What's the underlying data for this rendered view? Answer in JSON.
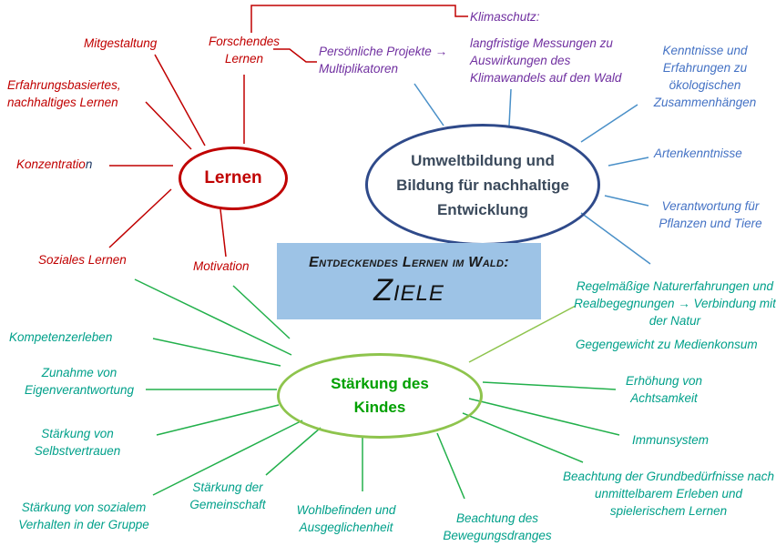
{
  "title": {
    "line1": "Entdeckendes Lernen im Wald:",
    "line2": "Ziele"
  },
  "hubs": {
    "lernen": "Lernen",
    "umwelt": "Umweltbildung und Bildung für nachhaltige Entwicklung",
    "kind": "Stärkung des Kindes"
  },
  "lernen_items": {
    "mitgestaltung": "Mitgestaltung",
    "forschendes": "Forschendes Lernen",
    "erfahrung": "Erfahrungsbasiertes, nachhaltiges Lernen",
    "konzentration_main": "Konzentratio",
    "konzentration_end": "n",
    "sozial": "Soziales Lernen",
    "motivation": "Motivation",
    "projekte": "Persönliche Projekte → Multiplikatoren"
  },
  "umwelt_items": {
    "klima": "Klimaschutz:",
    "messungen": "langfristige Messungen zu Auswirkungen des Klimawandels auf den Wald",
    "kenntnisse": "Kenntnisse und Erfahrungen zu ökologischen Zusammenhängen",
    "arten": "Artenkenntnisse",
    "verantwortung": "Verantwortung für Pflanzen und Tiere"
  },
  "kind_items": {
    "regel": "Regelmäßige Naturerfahrungen und Realbegegnungen → Verbindung mit der Natur",
    "gegengewicht": "Gegengewicht zu Medienkonsum",
    "achtsamkeit": "Erhöhung von Achtsamkeit",
    "immun": "Immunsystem",
    "grund": "Beachtung der Grundbedürfnisse nach unmittelbarem Erleben und spielerischem Lernen",
    "bewegung": "Beachtung des Bewegungsdranges",
    "wohl": "Wohlbefinden und Ausgeglichenheit",
    "gemeinschaft": "Stärkung der Gemeinschaft",
    "sozialgruppe": "Stärkung von sozialem Verhalten in der Gruppe",
    "selbst": "Stärkung von Selbstvertrauen",
    "eigen": "Zunahme von Eigenverantwortung",
    "kompetenz": "Kompetenzerleben"
  },
  "colors": {
    "red": "#c00000",
    "purple": "#7030a0",
    "blue": "#4472c4",
    "navy": "#2f4a8a",
    "teal": "#00a08a",
    "green": "#009e3c",
    "lime": "#8ec44d",
    "title_bg": "#9dc3e6"
  }
}
